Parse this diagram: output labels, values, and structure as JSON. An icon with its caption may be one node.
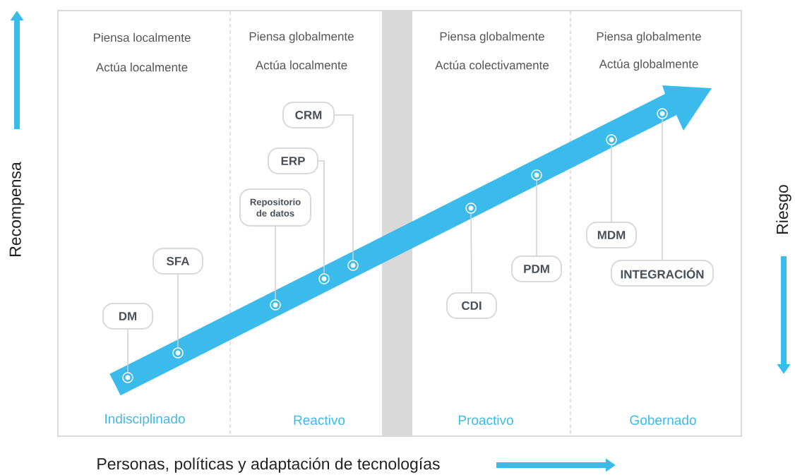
{
  "diagram": {
    "nodes": [
      {
        "text": [
          "DM"
        ]
      },
      {
        "text": [
          "SFA"
        ]
      },
      {
        "text": [
          "Repositorio de datos"
        ]
      },
      {
        "text": [
          "ERP"
        ]
      },
      {
        "text": [
          "CRM"
        ]
      },
      {
        "text": [
          "CDI"
        ]
      },
      {
        "text": [
          "PDM"
        ]
      },
      {
        "text": [
          "MDM"
        ]
      },
      {
        "text": [
          "INTEGRACIÓN"
        ]
      },
      {
        "text": [],
        "shape": "circle"
      },
      {
        "text": [],
        "shape": "circle"
      },
      {
        "text": [],
        "shape": "circle"
      },
      {
        "text": [],
        "shape": "circle"
      },
      {
        "text": [],
        "shape": "circle"
      },
      {
        "text": [],
        "shape": "circle"
      },
      {
        "text": [],
        "shape": "circle"
      },
      {
        "text": [],
        "shape": "circle"
      },
      {
        "text": [],
        "shape": "circle"
      }
    ],
    "edges": [
      {
        "from": 0,
        "to": 9,
        "arrow": "none"
      },
      {
        "from": 1,
        "to": 10,
        "arrow": "none"
      },
      {
        "from": 2,
        "to": 11,
        "arrow": "none"
      },
      {
        "from": 3,
        "to": 12,
        "arrow": "none"
      },
      {
        "from": 4,
        "to": 13,
        "arrow": "none"
      },
      {
        "from": 5,
        "to": 14,
        "arrow": "none"
      },
      {
        "from": 6,
        "to": 15,
        "arrow": "none"
      },
      {
        "from": 7,
        "to": 16,
        "arrow": "none"
      },
      {
        "from": 8,
        "to": 17,
        "arrow": "none"
      }
    ],
    "labels": [
      "Piensa localmente",
      "Actúa localmente",
      "Piensa globalmente",
      "Actúa localmente",
      "Piensa globalmente",
      "Actúa colectivamente",
      "Piensa globalmente",
      "Actúa globalmente",
      "Recompensa",
      "Riesgo",
      "Indisciplinado",
      "Reactivo",
      "Proactivo",
      "Gobernado",
      "Personas, políticas y adaptación de tecnologías"
    ]
  }
}
